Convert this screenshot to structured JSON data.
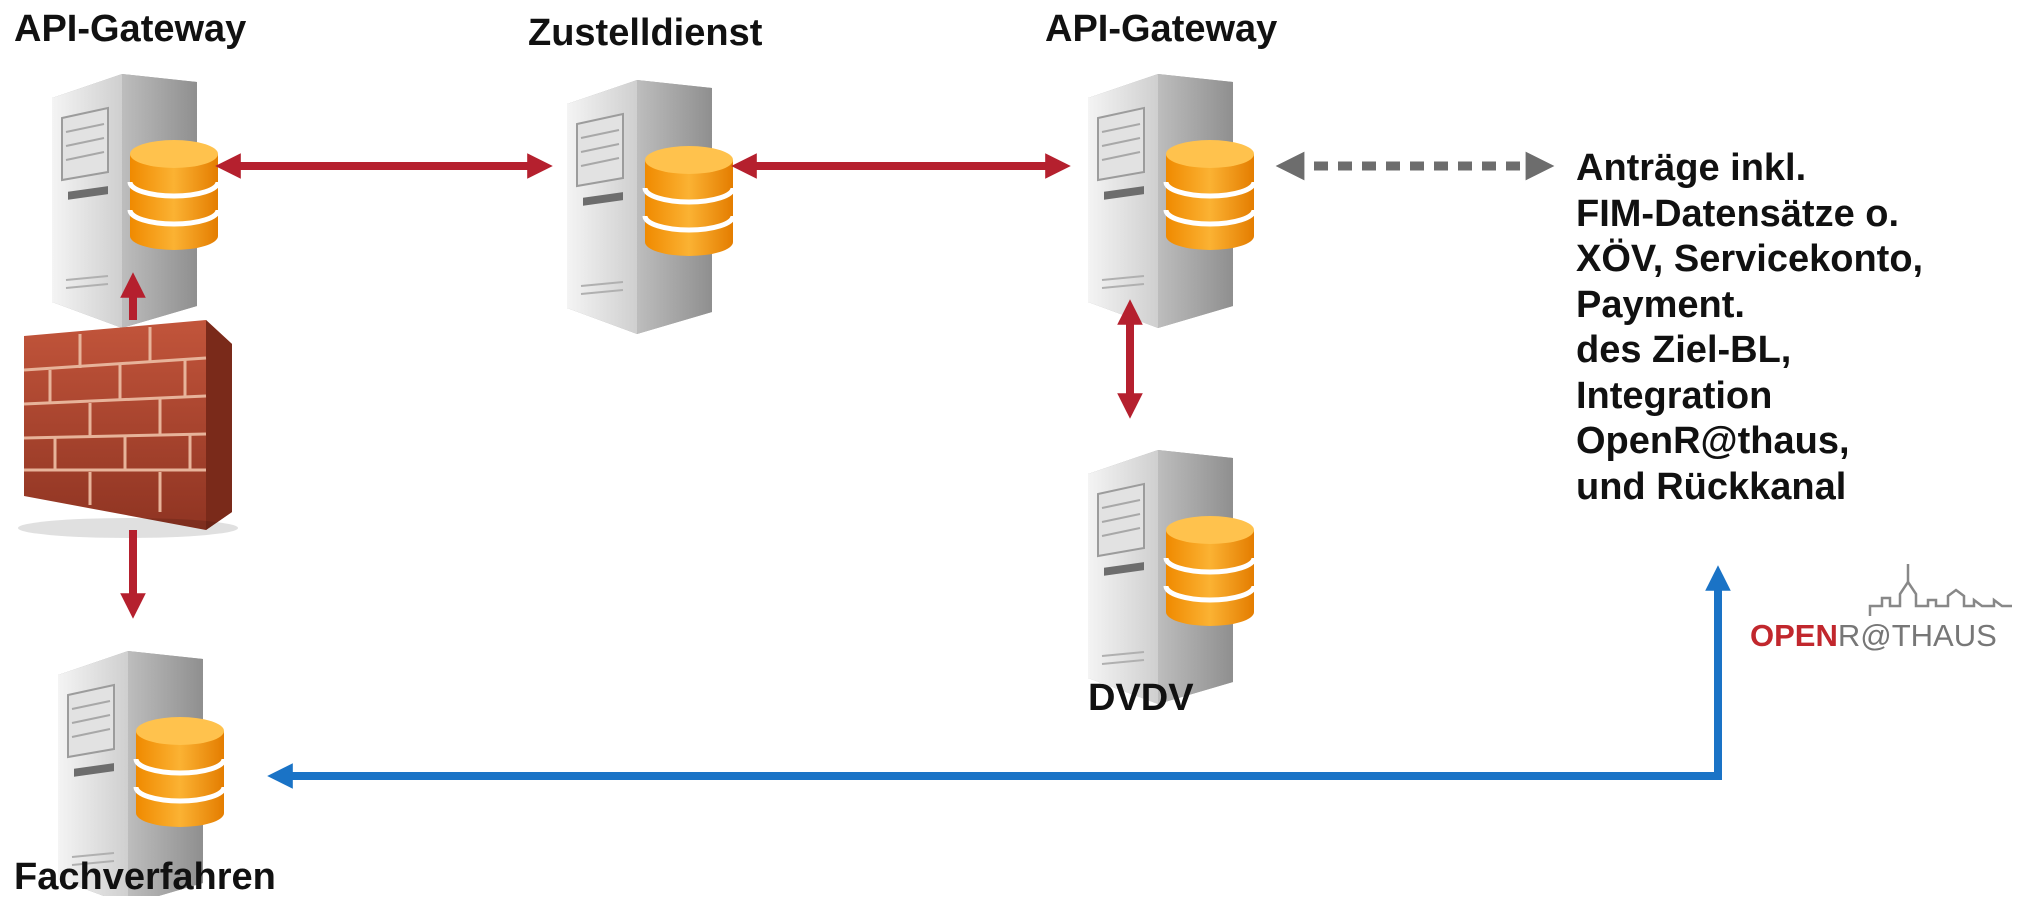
{
  "nodes": {
    "gateway_left": "API-Gateway",
    "zustelldienst": "Zustelldienst",
    "gateway_right": "API-Gateway",
    "dvdv": "DVDV",
    "fachverfahren": "Fachverfahren"
  },
  "description_lines": [
    "Anträge inkl.",
    "FIM-Datensätze o.",
    "XÖV, Servicekonto,",
    "Payment.",
    "des Ziel-BL,",
    "Integration",
    "OpenR@thaus,",
    "und Rückkanal"
  ],
  "logo": {
    "open": "OPEN",
    "rathaus": "R@THAUS"
  },
  "colors": {
    "arrow_red": "#b5202e",
    "arrow_blue": "#1a73c6",
    "arrow_gray": "#6d6d6d",
    "database_orange": "#f6a01a"
  }
}
